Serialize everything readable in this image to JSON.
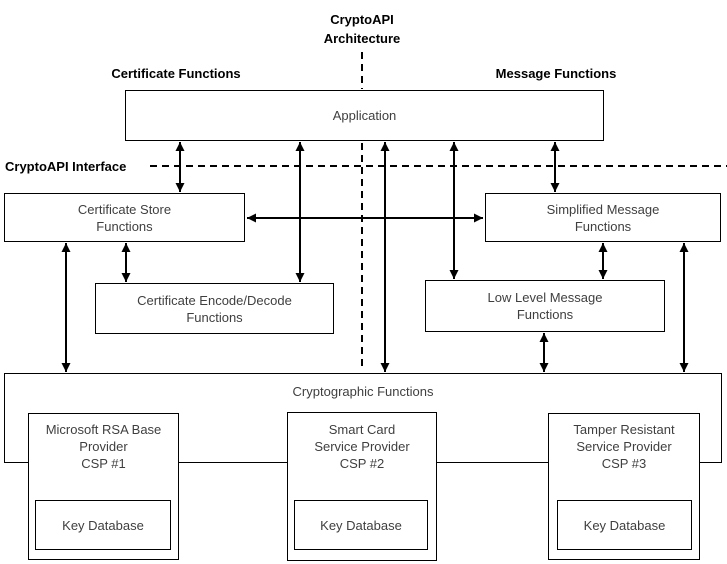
{
  "title": "CryptoAPI\nArchitecture",
  "labels": {
    "certificate_functions": "Certificate Functions",
    "message_functions": "Message Functions",
    "cryptoapi_interface": "CryptoAPI Interface"
  },
  "nodes": {
    "application": {
      "label": "Application"
    },
    "certificate_store": {
      "label": "Certificate Store\nFunctions"
    },
    "simplified_message": {
      "label": "Simplified Message\nFunctions"
    },
    "certificate_encode_decode": {
      "label": "Certificate Encode/Decode\nFunctions"
    },
    "low_level_message": {
      "label": "Low Level Message\nFunctions"
    },
    "cryptographic_functions": {
      "label": "Cryptographic Functions"
    },
    "csp1": {
      "label": "Microsoft RSA Base\nProvider\nCSP #1",
      "key_database": "Key Database"
    },
    "csp2": {
      "label": "Smart Card\nService Provider\nCSP #2",
      "key_database": "Key Database"
    },
    "csp3": {
      "label": "Tamper Resistant\nService Provider\nCSP #3",
      "key_database": "Key Database"
    }
  },
  "connectors": {
    "style": "double-headed-arrows",
    "list": [
      "application <-> certificate-store-functions",
      "application <-> simplified-message-functions",
      "application <-> certificate-encode-decode-functions",
      "application <-> cryptographic-functions",
      "application <-> low-level-message-functions",
      "certificate-store-functions <-> certificate-encode-decode-functions",
      "certificate-store-functions <-> cryptographic-functions",
      "certificate-store-functions <-> simplified-message-functions",
      "simplified-message-functions <-> low-level-message-functions",
      "simplified-message-functions <-> cryptographic-functions",
      "low-level-message-functions <-> cryptographic-functions"
    ]
  },
  "colors": {
    "background": "#ffffff",
    "line": "#000000",
    "box_border": "#000000",
    "box_text": "#3f3f3f",
    "label_text": "#000000"
  }
}
